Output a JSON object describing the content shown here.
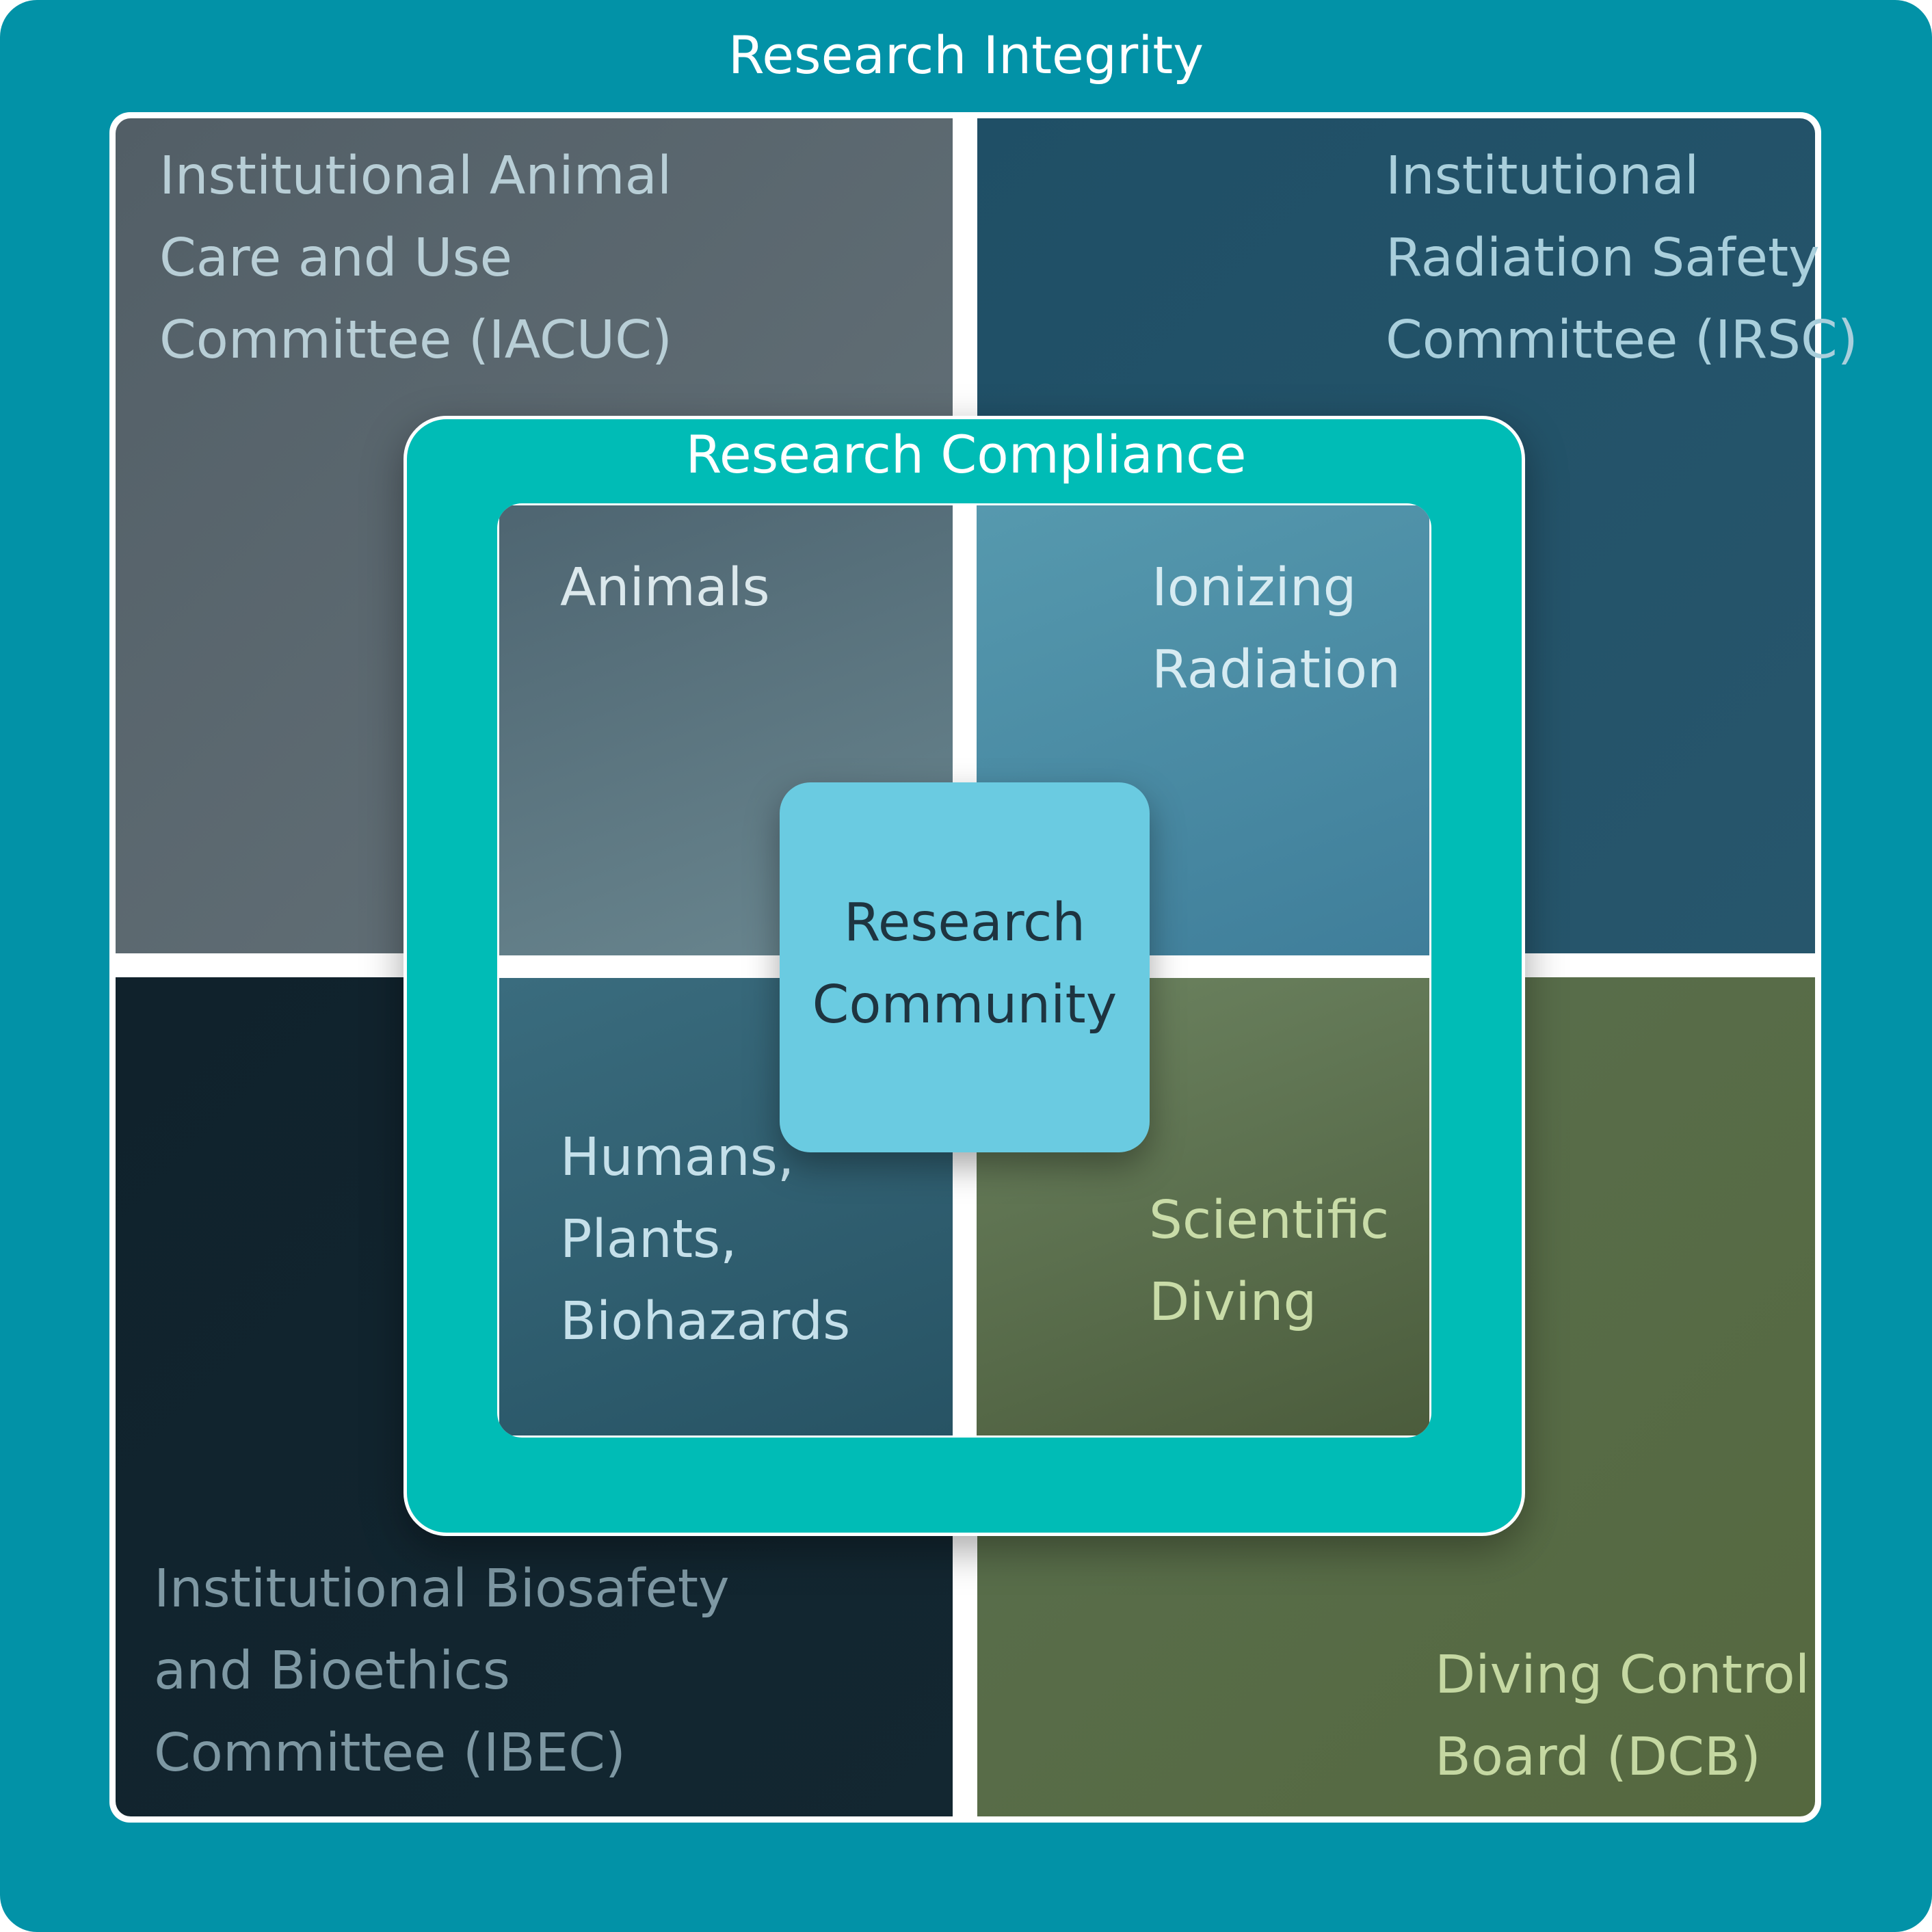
{
  "outer_title": "Research Integrity",
  "committees": {
    "iacuc": "Institutional Animal\nCare and Use\nCommittee (IACUC)",
    "irsc": "Institutional\nRadiation Safety\nCommittee (IRSC)",
    "ibec": "Institutional Biosafety\nand Bioethics\nCommittee (IBEC)",
    "dcb": "Diving  Control\nBoard (DCB)"
  },
  "middle_title": "Research Compliance",
  "areas": {
    "animals": "Animals",
    "radiation": "Ionizing\nRadiation",
    "humans": "Humans,\nPlants,\nBiohazards",
    "diving": "Scientific\nDiving"
  },
  "center": "Research\nCommunity",
  "colors": {
    "background": "#0292a7",
    "compliance": "#00bcb6",
    "center": "#6acbe1"
  }
}
